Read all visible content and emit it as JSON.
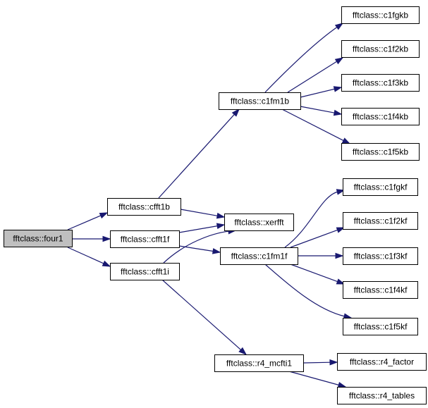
{
  "nodes": [
    {
      "id": "four1",
      "label": "fftclass::four1",
      "root": true
    },
    {
      "id": "cfft1b",
      "label": "fftclass::cfft1b"
    },
    {
      "id": "cfft1f",
      "label": "fftclass::cfft1f"
    },
    {
      "id": "cfft1i",
      "label": "fftclass::cfft1i"
    },
    {
      "id": "c1fm1b",
      "label": "fftclass::c1fm1b"
    },
    {
      "id": "xerfft",
      "label": "fftclass::xerfft"
    },
    {
      "id": "c1fm1f",
      "label": "fftclass::c1fm1f"
    },
    {
      "id": "r4_mcfti1",
      "label": "fftclass::r4_mcfti1"
    },
    {
      "id": "c1fgkb",
      "label": "fftclass::c1fgkb"
    },
    {
      "id": "c1f2kb",
      "label": "fftclass::c1f2kb"
    },
    {
      "id": "c1f3kb",
      "label": "fftclass::c1f3kb"
    },
    {
      "id": "c1f4kb",
      "label": "fftclass::c1f4kb"
    },
    {
      "id": "c1f5kb",
      "label": "fftclass::c1f5kb"
    },
    {
      "id": "c1fgkf",
      "label": "fftclass::c1fgkf"
    },
    {
      "id": "c1f2kf",
      "label": "fftclass::c1f2kf"
    },
    {
      "id": "c1f3kf",
      "label": "fftclass::c1f3kf"
    },
    {
      "id": "c1f4kf",
      "label": "fftclass::c1f4kf"
    },
    {
      "id": "c1f5kf",
      "label": "fftclass::c1f5kf"
    },
    {
      "id": "r4_factor",
      "label": "fftclass::r4_factor"
    },
    {
      "id": "r4_tables",
      "label": "fftclass::r4_tables"
    }
  ],
  "edges": [
    {
      "from": "four1",
      "to": "cfft1b"
    },
    {
      "from": "four1",
      "to": "cfft1f"
    },
    {
      "from": "four1",
      "to": "cfft1i"
    },
    {
      "from": "cfft1b",
      "to": "c1fm1b"
    },
    {
      "from": "cfft1b",
      "to": "xerfft"
    },
    {
      "from": "cfft1f",
      "to": "xerfft"
    },
    {
      "from": "cfft1f",
      "to": "c1fm1f"
    },
    {
      "from": "cfft1i",
      "to": "xerfft"
    },
    {
      "from": "cfft1i",
      "to": "r4_mcfti1"
    },
    {
      "from": "c1fm1b",
      "to": "c1fgkb"
    },
    {
      "from": "c1fm1b",
      "to": "c1f2kb"
    },
    {
      "from": "c1fm1b",
      "to": "c1f3kb"
    },
    {
      "from": "c1fm1b",
      "to": "c1f4kb"
    },
    {
      "from": "c1fm1b",
      "to": "c1f5kb"
    },
    {
      "from": "c1fm1f",
      "to": "c1fgkf"
    },
    {
      "from": "c1fm1f",
      "to": "c1f2kf"
    },
    {
      "from": "c1fm1f",
      "to": "c1f3kf"
    },
    {
      "from": "c1fm1f",
      "to": "c1f4kf"
    },
    {
      "from": "c1fm1f",
      "to": "c1f5kf"
    },
    {
      "from": "r4_mcfti1",
      "to": "r4_factor"
    },
    {
      "from": "r4_mcfti1",
      "to": "r4_tables"
    }
  ],
  "colors": {
    "edge": "#191970",
    "root_fill": "#bfbfbf",
    "node_fill": "#ffffff",
    "border": "#000000"
  }
}
